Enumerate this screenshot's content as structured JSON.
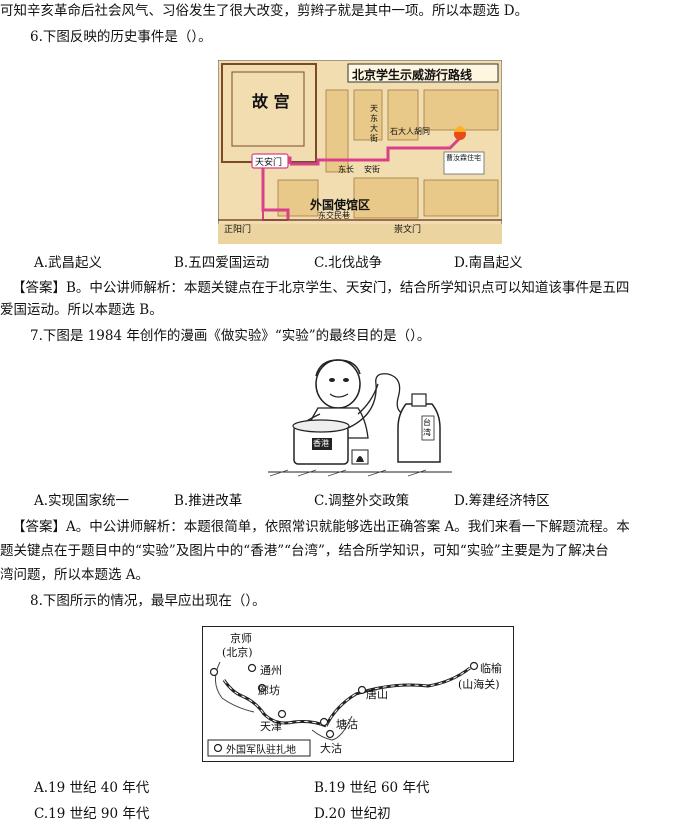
{
  "lines": {
    "l1": "可知辛亥革命后社会风气、习俗发生了很大改变，剪辫子就是其中一项。所以本题选 D。",
    "q6": "6.下图反映的历史事件是（）。",
    "a6a": "【答案】B。中公讲师解析：本题关键点在于北京学生、天安门，结合所学知识点可以知道该事件是五四",
    "a6b": "爱国运动。所以本题选 B。",
    "q7": "7.下图是 1984 年创作的漫画《做实验》“实验”的最终目的是（）。",
    "a7a": "【答案】A。中公讲师解析：本题很简单，依照常识就能够选出正确答案 A。我们来看一下解题流程。本",
    "a7b": "题关键点在于题目中的“实验”及图片中的“香港”“台湾”，结合所学知识，可知“实验”主要是为了解决台",
    "a7c": "湾问题，所以本题选 A。",
    "q8": "8.下图所示的情况，最早应出现在（）。"
  },
  "q6_options": [
    "A.武昌起义",
    "B.五四爱国运动",
    "C.北伐战争",
    "D.南昌起义"
  ],
  "q7_options": [
    "A.实现国家统一",
    "B.推进改革",
    "C.调整外交政策",
    "D.筹建经济特区"
  ],
  "q8_options": [
    "A.19 世纪 40 年代",
    "B.19 世纪 60 年代",
    "C.19 世纪 90 年代",
    "D.20 世纪初"
  ],
  "map6": {
    "title": "北京学生示威游行路线",
    "gugong": "故  宫",
    "tiananmen": "天安门",
    "shijie": "外国使馆区",
    "dongchang": "东长",
    "anjie": "安街",
    "zhengyang": "正阳门",
    "chongwen": "崇文门",
    "dongjiao": "东交民巷",
    "shida": "石大人胡同",
    "cao": "曹汝霖住宅",
    "tianren": "天东大街"
  },
  "cartoon": {
    "hk": "香港",
    "tw": "台湾"
  },
  "map8": {
    "jingshi": "京师",
    "beijing": "(北京)",
    "tongzhou": "通州",
    "langfang": "廊坊",
    "tianjin": "天津",
    "tanggu": "塘沽",
    "dagu": "大沽",
    "tangshan": "唐山",
    "linyu": "临榆",
    "shanhaiguan": "(山海关)",
    "legend": "外国军队驻扎地"
  },
  "colors": {
    "map_bg": "#f2ddb0",
    "road": "#d8408a",
    "block": "#e8c98a"
  }
}
